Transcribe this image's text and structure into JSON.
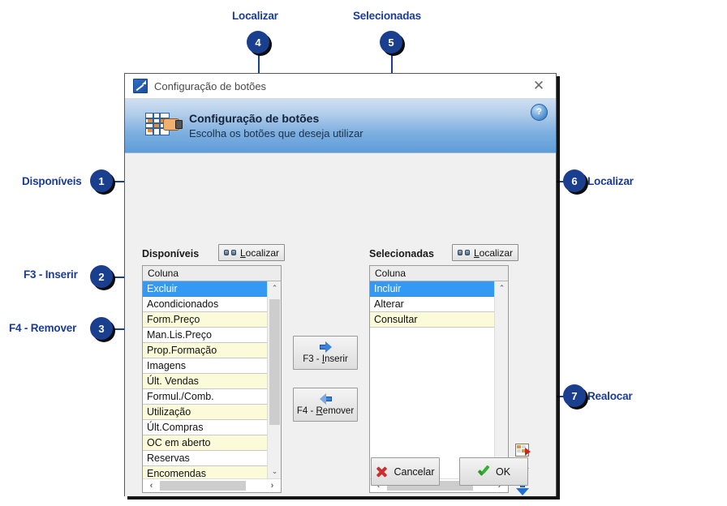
{
  "window": {
    "title": "Configuração de botões",
    "close_label": "✕",
    "banner": {
      "title": "Configuração de botões",
      "subtitle": "Escolha os botões que deseja utilizar",
      "help_label": "?",
      "icon": "table-hand-icon"
    },
    "title_icon": "app-chart-icon"
  },
  "available_panel": {
    "label": "Disponíveis",
    "find_button": {
      "prefix": "",
      "accel": "L",
      "rest": "ocalizar",
      "full": "Localizar",
      "icon": "binoculars-icon"
    },
    "column_header": "Coluna",
    "rows": [
      {
        "text": "Excluir",
        "state": "selected"
      },
      {
        "text": "Acondicionados",
        "state": "normal"
      },
      {
        "text": "Form.Preço",
        "state": "alt"
      },
      {
        "text": "Man.Lis.Preço",
        "state": "normal"
      },
      {
        "text": "Prop.Formação",
        "state": "alt"
      },
      {
        "text": "Imagens",
        "state": "normal"
      },
      {
        "text": "Últ. Vendas",
        "state": "alt"
      },
      {
        "text": "Formul./Comb.",
        "state": "normal"
      },
      {
        "text": "Utilização",
        "state": "alt"
      },
      {
        "text": "Últ.Compras",
        "state": "normal"
      },
      {
        "text": "OC em aberto",
        "state": "alt"
      },
      {
        "text": "Reservas",
        "state": "normal"
      },
      {
        "text": "Encomendas",
        "state": "alt"
      }
    ],
    "scroll_up": "⌃",
    "scroll_down": "⌄",
    "scroll_left": "‹",
    "scroll_right": "›"
  },
  "selected_panel": {
    "label": "Selecionadas",
    "find_button": {
      "accel": "L",
      "rest": "ocalizar",
      "full": "Localizar",
      "icon": "binoculars-icon"
    },
    "column_header": "Coluna",
    "rows": [
      {
        "text": "Incluir",
        "state": "selected"
      },
      {
        "text": "Alterar",
        "state": "normal"
      },
      {
        "text": "Consultar",
        "state": "alt"
      }
    ],
    "scroll_up": "⌃",
    "scroll_down": "⌄",
    "scroll_left": "‹",
    "scroll_right": "›"
  },
  "transfer_buttons": {
    "insert": {
      "prefix": "F3 - ",
      "accel": "I",
      "rest": "nserir",
      "full": "F3 - Inserir",
      "icon": "arrow-right-icon"
    },
    "remove": {
      "prefix": "F4 - ",
      "accel": "R",
      "rest": "emover",
      "full": "F4 - Remover",
      "icon": "arrow-left-icon"
    }
  },
  "reorder_tools": {
    "grid_icon": "realocar-grid-icon",
    "up_icon": "arrow-up-icon",
    "down_icon": "arrow-down-icon"
  },
  "footer": {
    "cancel": {
      "label": "Cancelar",
      "icon": "red-x-icon"
    },
    "ok": {
      "label": "OK",
      "icon": "green-check-icon"
    }
  },
  "annotations": [
    {
      "num": "4",
      "label": "Localizar",
      "label_side": "above"
    },
    {
      "num": "5",
      "label": "Selecionadas",
      "label_side": "above"
    },
    {
      "num": "1",
      "label": "Disponíveis",
      "label_side": "left"
    },
    {
      "num": "2",
      "label": "F3 - Inserir",
      "label_side": "left"
    },
    {
      "num": "3",
      "label": "F4 - Remover",
      "label_side": "left"
    },
    {
      "num": "6",
      "label": "Localizar",
      "label_side": "right"
    },
    {
      "num": "7",
      "label": "Realocar",
      "label_side": "right"
    }
  ],
  "colors": {
    "callout": "#1b3f8f",
    "callout_text": "#1a3c96",
    "selection": "#3399f3",
    "alt_row": "#fcfbd9"
  }
}
